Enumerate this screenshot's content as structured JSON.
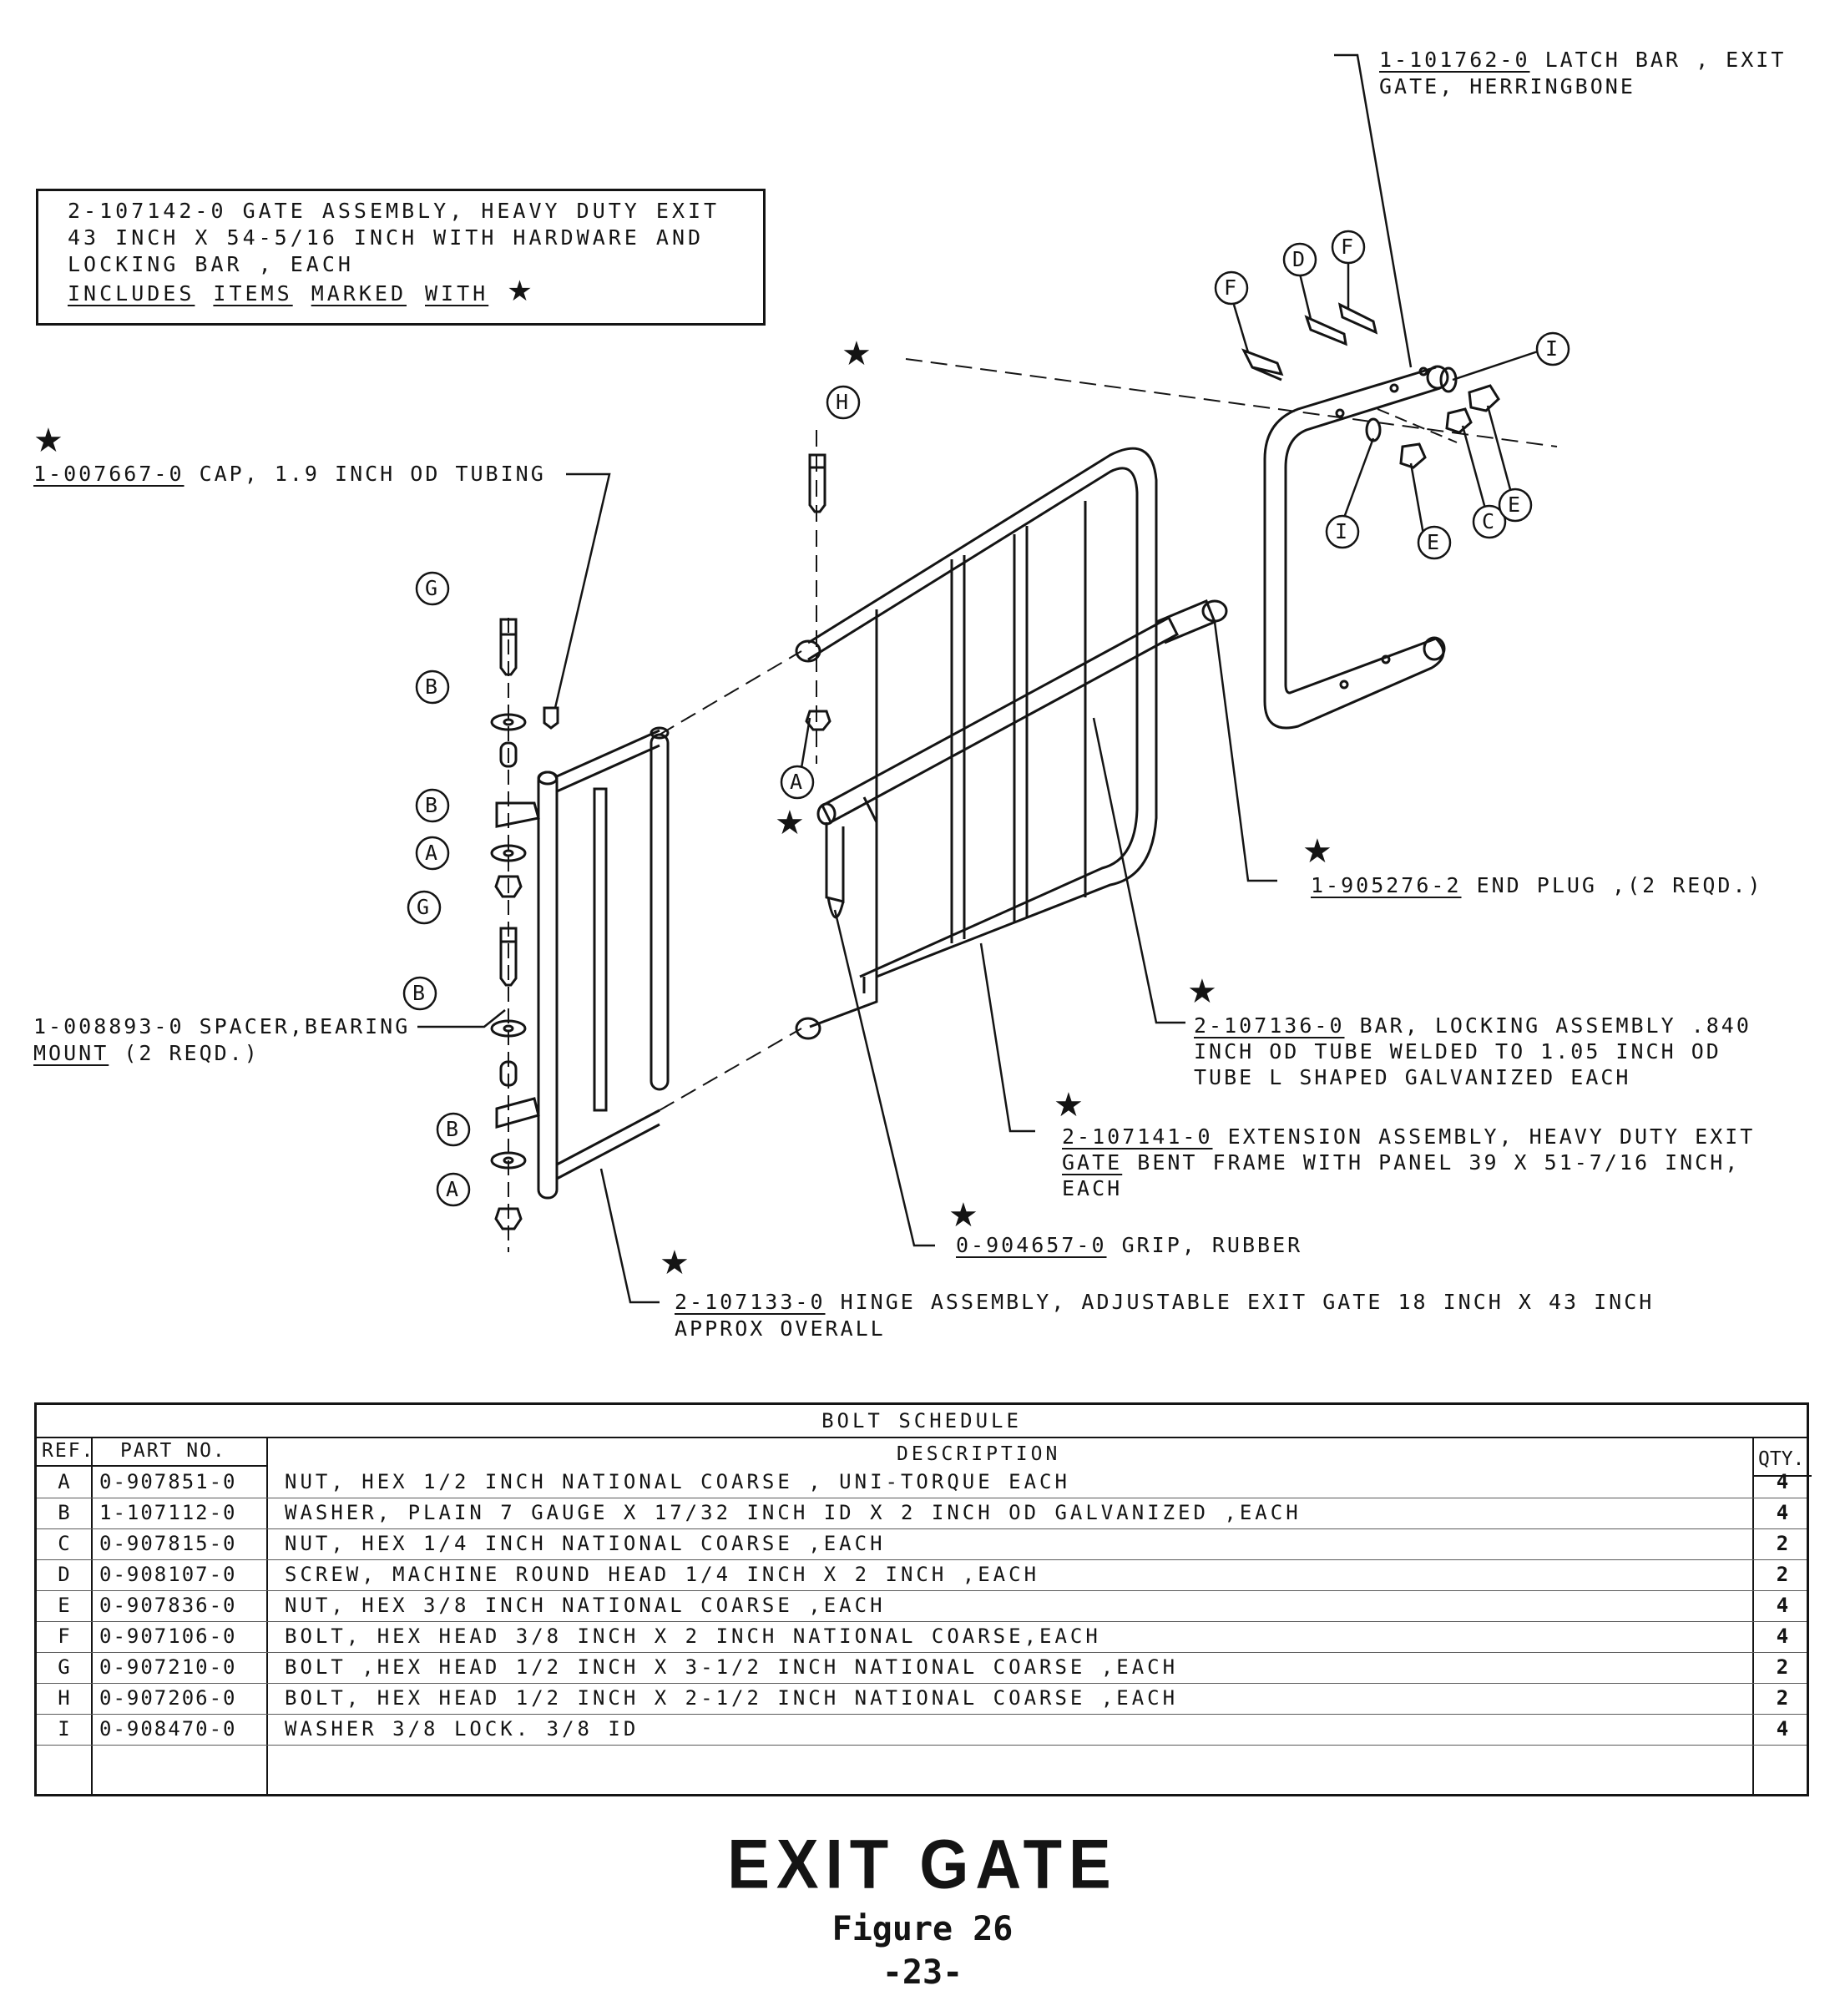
{
  "note": {
    "line1": "2-107142-0 GATE ASSEMBLY, HEAVY DUTY EXIT",
    "line2": "43 INCH X 54-5/16 INCH WITH HARDWARE AND",
    "line3": "LOCKING BAR , EACH",
    "words": [
      "INCLUDES",
      "ITEMS",
      "MARKED",
      "WITH"
    ],
    "star": "★"
  },
  "callouts": {
    "latch_bar": {
      "part": "1-101762-0",
      "line1": " LATCH BAR , EXIT",
      "line2": "GATE, HERRINGBONE"
    },
    "cap": {
      "part": "1-007667-0",
      "text": " CAP, 1.9 INCH OD TUBING"
    },
    "end_plug": {
      "part": "1-905276-2",
      "text": "  END PLUG ,(2 REQD.)"
    },
    "spacer": {
      "part": "1-008893-0",
      "line1": " SPACER,BEARING",
      "line2": "MOUNT",
      "line2b": " (2 REQD.)"
    },
    "locking_bar": {
      "part": "2-107136-0",
      "line1": " BAR, LOCKING ASSEMBLY .840",
      "line2": "INCH OD TUBE WELDED TO 1.05 INCH OD",
      "line3": "TUBE L SHAPED GALVANIZED EACH"
    },
    "extension": {
      "part": "2-107141-0",
      "line1": " EXTENSION ASSEMBLY, HEAVY DUTY EXIT",
      "line2a": "GATE",
      "line2": " BENT FRAME WITH PANEL 39 X 51-7/16 INCH,",
      "line3": "EACH"
    },
    "grip": {
      "part": "0-904657-0",
      "text": " GRIP, RUBBER"
    },
    "hinge": {
      "part": "2-107133-0",
      "line1": " HINGE ASSEMBLY, ADJUSTABLE EXIT GATE 18 INCH X 43 INCH",
      "line2": "APPROX OVERALL"
    }
  },
  "ref_letters": {
    "G1": "G",
    "B1": "B",
    "B2": "B",
    "A1": "A",
    "G2": "G",
    "B3": "B",
    "B4": "B",
    "A2": "A",
    "H": "H",
    "A3": "A",
    "F1": "F",
    "F2": "F",
    "D": "D",
    "I1": "I",
    "I2": "I",
    "E1": "E",
    "E2": "E",
    "C": "C"
  },
  "schedule": {
    "title": "BOLT SCHEDULE",
    "headers": {
      "ref": "REF.",
      "part": "PART NO.",
      "desc": "DESCRIPTION",
      "qty": "QTY."
    },
    "rows": [
      {
        "ref": "A",
        "part": "0-907851-0",
        "desc": "NUT, HEX 1/2 INCH NATIONAL COARSE , UNI-TORQUE EACH",
        "qty": "4"
      },
      {
        "ref": "B",
        "part": "1-107112-0",
        "desc": "WASHER, PLAIN 7 GAUGE X 17/32 INCH ID X 2 INCH OD GALVANIZED ,EACH",
        "qty": "4"
      },
      {
        "ref": "C",
        "part": "0-907815-0",
        "desc": "NUT, HEX 1/4 INCH NATIONAL COARSE ,EACH",
        "qty": "2"
      },
      {
        "ref": "D",
        "part": "0-908107-0",
        "desc": "SCREW, MACHINE ROUND HEAD 1/4 INCH X 2 INCH ,EACH",
        "qty": "2"
      },
      {
        "ref": "E",
        "part": "0-907836-0",
        "desc": "NUT, HEX 3/8 INCH NATIONAL COARSE ,EACH",
        "qty": "4"
      },
      {
        "ref": "F",
        "part": "0-907106-0",
        "desc": "BOLT, HEX HEAD 3/8 INCH X 2 INCH NATIONAL COARSE,EACH",
        "qty": "4"
      },
      {
        "ref": "G",
        "part": "0-907210-0",
        "desc": "BOLT ,HEX HEAD 1/2 INCH X 3-1/2 INCH NATIONAL COARSE ,EACH",
        "qty": "2"
      },
      {
        "ref": "H",
        "part": "0-907206-0",
        "desc": "BOLT, HEX HEAD 1/2 INCH X 2-1/2 INCH NATIONAL COARSE ,EACH",
        "qty": "2"
      },
      {
        "ref": "I",
        "part": "0-908470-0",
        "desc": "WASHER 3/8 LOCK. 3/8 ID",
        "qty": "4"
      }
    ]
  },
  "footer": {
    "title": "EXIT GATE",
    "figure": "Figure 26",
    "page": "-23-"
  }
}
